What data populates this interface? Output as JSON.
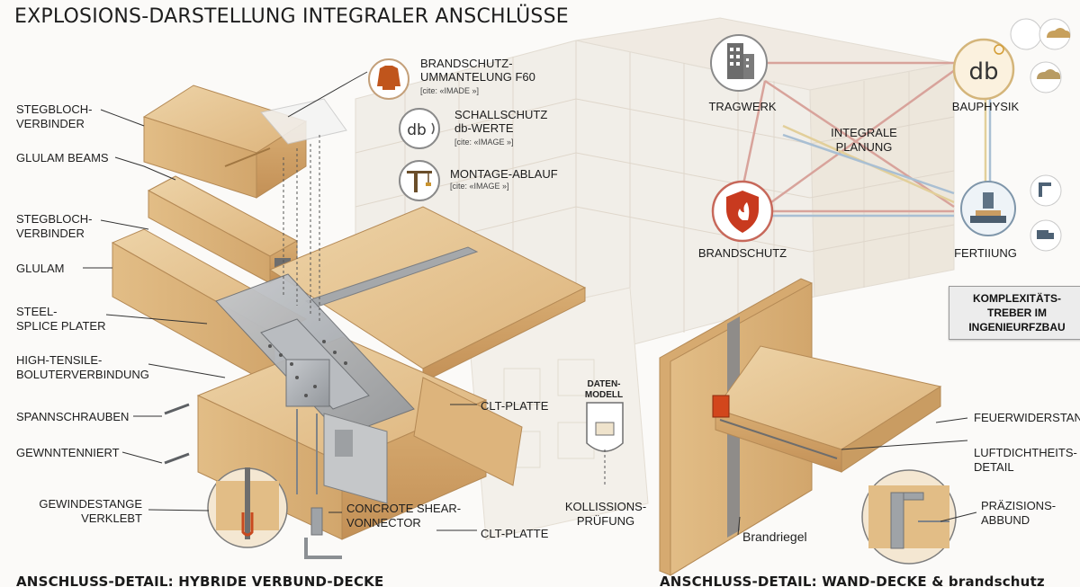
{
  "title": "EXPLOSIONS-DARSTELLUNG INTEGRALER ANSCHLÜSSE",
  "left_labels": [
    "STEGBLOCH-\nVERBINDER",
    "GLULAM BEAMS",
    "STEGBLOCH-\nVERBINDER",
    "GLULAM",
    "STEEL-\nSPLICE PLATER",
    "HIGH-TENSILE-\nBOLUTERVERBINDUNG",
    "SPANNSCHRAUBEN",
    "GEWNNTENNIERT",
    "GEWINDESTANGE\nVERKLEBT"
  ],
  "icon_items": [
    {
      "text": "BRANDSCHUTZ-\nUMMANTELUNG F60",
      "cite": "[cite: «IMADE »]",
      "icon": "jacket-icon"
    },
    {
      "text": "SCHALLSCHUTZ\ndb-WERTE",
      "cite": "[cite: «IMAGE »]",
      "icon": "db-sound-icon"
    },
    {
      "text": "MONTAGE-ABLAUF",
      "cite": "[cite: «IMAGE »]",
      "icon": "crane-icon"
    }
  ],
  "db_text": "db",
  "center_labels": {
    "clt1": "CLT-PLATTE",
    "clt2": "CLT-PLATTE",
    "shear": "CONCROTE SHEAR-\nVONNECTOR",
    "datenmodell": "DATEN-\nMODELL",
    "kollision": "KOLLISSIONS-\nPRÜFUNG"
  },
  "flow": {
    "tragwerk": "TRAGWERK",
    "integrale": "INTEGRALE\nPLANUNG",
    "bauphysik": "BAUPHYSIK",
    "brandschutz": "BRANDSCHUTZ",
    "fertigung": "FERTIIUNG"
  },
  "complexity": "KOMPLEXITÄTS-\nTREBER IM\nINGENIEURFZBAU",
  "right_labels": {
    "feuer": "FEUERWIDERSTAND",
    "luft": "LUFTDICHTHEITS-\nDETAIL",
    "praezision": "PRÄZISIONS-\nABBUND",
    "brandriegel": "Brandriegel"
  },
  "captions": {
    "left": "ANSCHLUSS-DETAIL: HYBRIDE VERBUND-DECKE",
    "right": "ANSCHLUSS-DETAIL: WAND-DECKE & brandschutz"
  },
  "colors": {
    "wood": "#e3c08d",
    "wood_dark": "#c99c62",
    "steel": "#a9adb2",
    "fire": "#d2461c",
    "line_red": "#d8a39b",
    "line_blue": "#a9bfd3",
    "line_yellow": "#e2cf9a",
    "ghost": "#e9e4dc"
  }
}
